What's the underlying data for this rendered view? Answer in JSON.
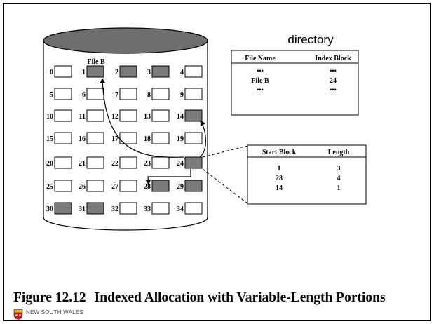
{
  "cylinder": {
    "label": "File B",
    "blocks": [
      {
        "n": "0",
        "filled": false
      },
      {
        "n": "1",
        "filled": true
      },
      {
        "n": "2",
        "filled": true
      },
      {
        "n": "3",
        "filled": true
      },
      {
        "n": "4",
        "filled": false
      },
      {
        "n": "5",
        "filled": false
      },
      {
        "n": "6",
        "filled": false
      },
      {
        "n": "7",
        "filled": false
      },
      {
        "n": "8",
        "filled": false
      },
      {
        "n": "9",
        "filled": false
      },
      {
        "n": "10",
        "filled": false
      },
      {
        "n": "11",
        "filled": false
      },
      {
        "n": "12",
        "filled": false
      },
      {
        "n": "13",
        "filled": false
      },
      {
        "n": "14",
        "filled": true
      },
      {
        "n": "15",
        "filled": false
      },
      {
        "n": "16",
        "filled": false
      },
      {
        "n": "17",
        "filled": false
      },
      {
        "n": "18",
        "filled": false
      },
      {
        "n": "19",
        "filled": false
      },
      {
        "n": "20",
        "filled": false
      },
      {
        "n": "21",
        "filled": false
      },
      {
        "n": "22",
        "filled": false
      },
      {
        "n": "23",
        "filled": false
      },
      {
        "n": "24",
        "filled": true
      },
      {
        "n": "25",
        "filled": false
      },
      {
        "n": "26",
        "filled": false
      },
      {
        "n": "27",
        "filled": false
      },
      {
        "n": "28",
        "filled": true
      },
      {
        "n": "29",
        "filled": true
      },
      {
        "n": "30",
        "filled": true
      },
      {
        "n": "31",
        "filled": true
      },
      {
        "n": "32",
        "filled": false
      },
      {
        "n": "33",
        "filled": false
      },
      {
        "n": "34",
        "filled": false
      }
    ]
  },
  "directory": {
    "title": "directory",
    "headers": [
      "File Name",
      "Index Block"
    ],
    "rows": [
      [
        "•••",
        "•••"
      ],
      [
        "File B",
        "24"
      ],
      [
        "•••",
        "•••"
      ]
    ]
  },
  "index_table": {
    "headers": [
      "Start Block",
      "Length"
    ],
    "rows": [
      [
        "1",
        "3"
      ],
      [
        "28",
        "4"
      ],
      [
        "14",
        "1"
      ]
    ]
  },
  "caption": {
    "figure": "Figure 12.12",
    "text": "Indexed Allocation with Variable-Length Portions"
  },
  "footer": {
    "text": "NEW SOUTH WALES"
  },
  "colors": {
    "filled_block": "#7a7a7a",
    "cylinder_top": "#6e6e6e",
    "background": "#ffffff"
  }
}
